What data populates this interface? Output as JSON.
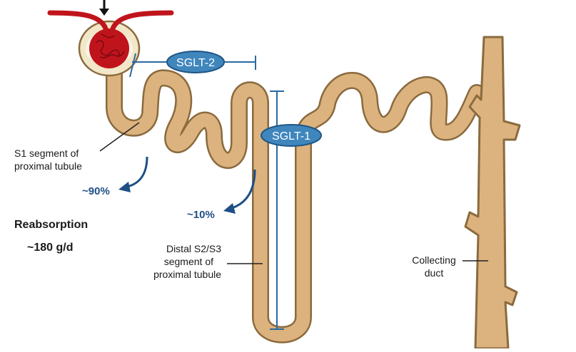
{
  "colors": {
    "tubule_outline": "#8a6a3e",
    "tubule_fill": "#dcb37e",
    "glomerulus": "#c0141c",
    "capsule": "#f2e7c8",
    "bracket": "#2a6aa0",
    "arrow": "#1e4f86",
    "sglt_fill": "#3f86bd",
    "sglt_edge": "#1f5585"
  },
  "icons": {
    "input_arrow": "down-arrow-icon"
  },
  "labels": {
    "sglt2": "SGLT-2",
    "sglt1": "SGLT-1",
    "s1_line1": "S1 segment of",
    "s1_line2": "proximal tubule",
    "pct_90": "~90%",
    "pct_10": "~10%",
    "reabsorption": "Reabsorption",
    "reabsorption_value": "~180 g/d",
    "distal_line1": "Distal S2/S3",
    "distal_line2": "segment of",
    "distal_line3": "proximal tubule",
    "collecting_line1": "Collecting",
    "collecting_line2": "duct"
  }
}
